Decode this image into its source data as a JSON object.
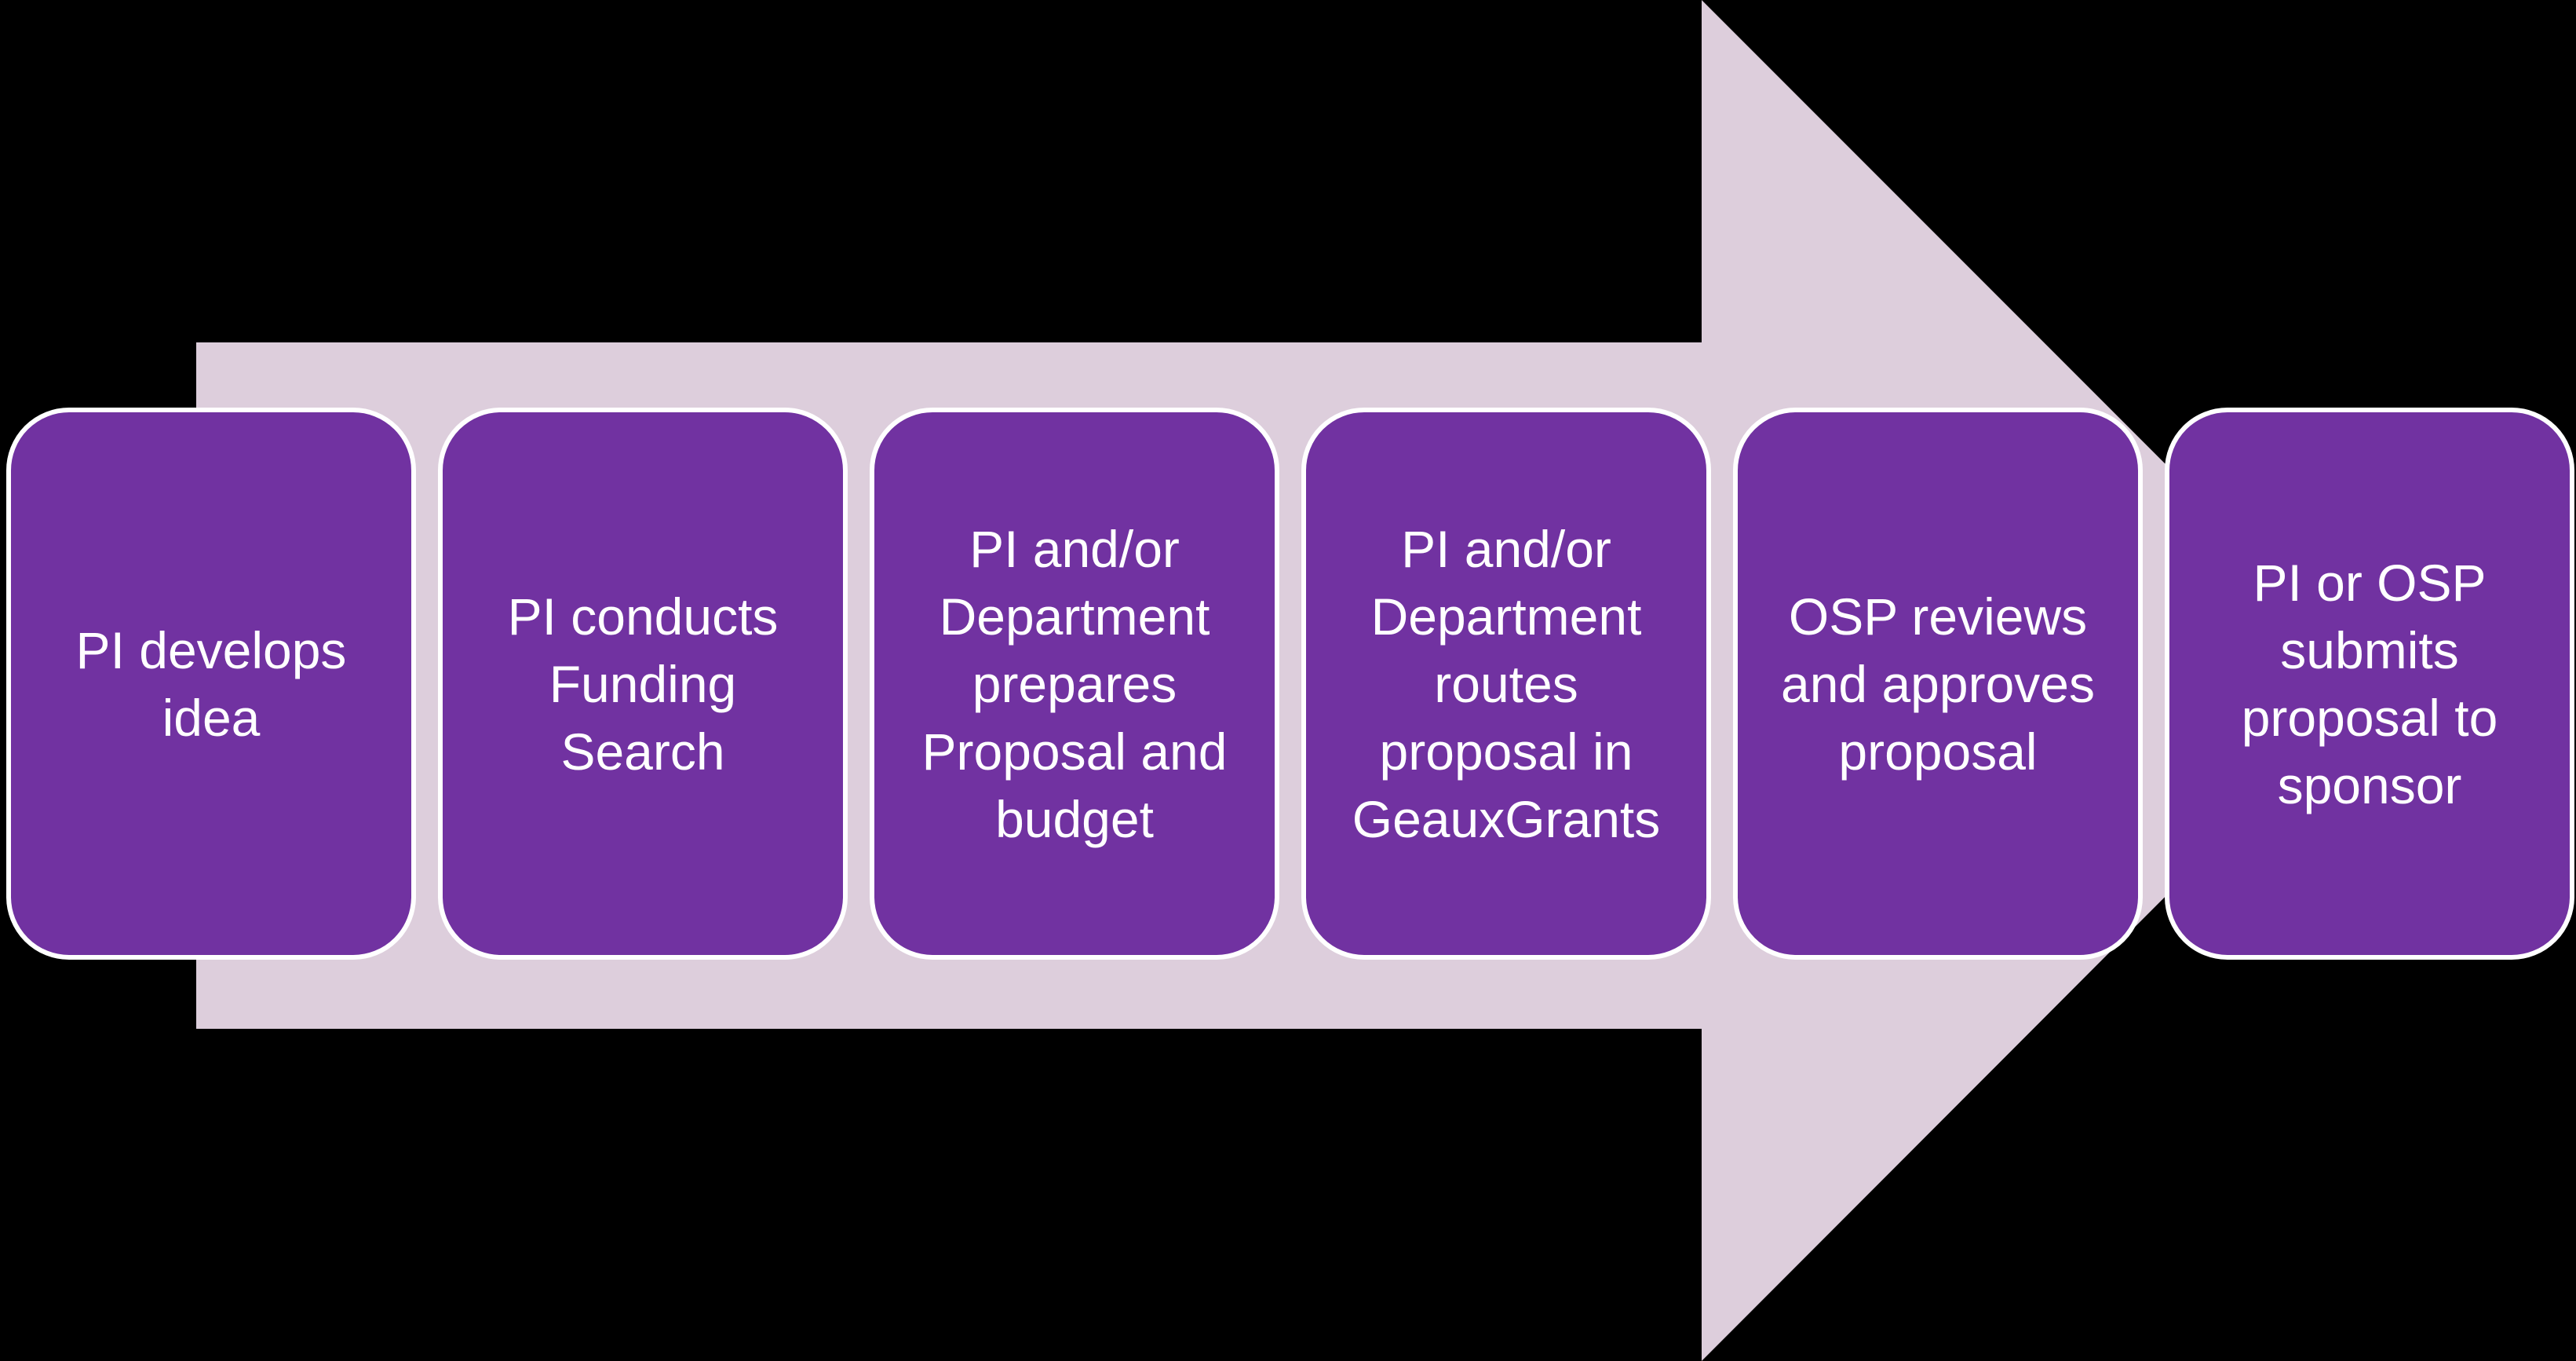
{
  "diagram": {
    "type": "process-flow",
    "direction": "left-to-right",
    "steps": [
      {
        "label": "PI develops idea",
        "lines": [
          "PI develops",
          "idea"
        ]
      },
      {
        "label": "PI conducts Funding Search",
        "lines": [
          "PI conducts",
          "Funding",
          "Search"
        ]
      },
      {
        "label": "PI and/or Department prepares Proposal and budget",
        "lines": [
          "PI and/or",
          "Department",
          "prepares",
          "Proposal and",
          "budget"
        ]
      },
      {
        "label": "PI and/or Department routes proposal in GeauxGrants",
        "lines": [
          "PI and/or",
          "Department",
          "routes",
          "proposal in",
          "GeauxGrants"
        ]
      },
      {
        "label": "OSP reviews and approves proposal",
        "lines": [
          "OSP reviews",
          "and approves",
          "proposal"
        ]
      },
      {
        "label": "PI or OSP submits proposal to sponsor",
        "lines": [
          "PI or OSP",
          "submits",
          "proposal to",
          "sponsor"
        ]
      }
    ]
  },
  "colors": {
    "background": "#000000",
    "arrow_fill": "#DDCEDC",
    "box_fill": "#7132A1",
    "box_border": "#FFFFFF",
    "text_color": "#FFFFFF"
  }
}
